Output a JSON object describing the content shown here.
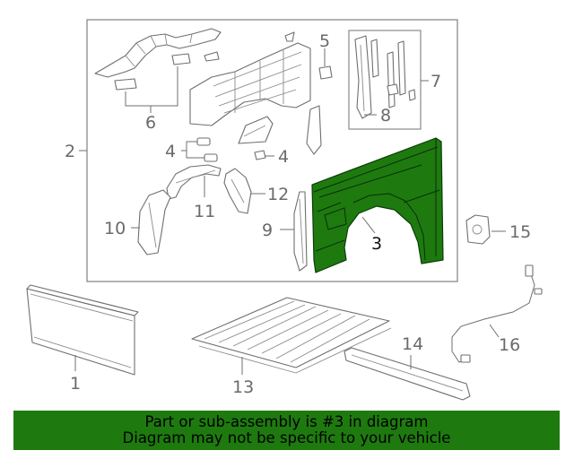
{
  "diagram": {
    "highlighted_part": "3",
    "highlight_color": "#1e7a0f",
    "callouts": {
      "c1": "1",
      "c2": "2",
      "c3": "3",
      "c4a": "4",
      "c4b": "4",
      "c5": "5",
      "c6": "6",
      "c7": "7",
      "c8": "8",
      "c9": "9",
      "c10": "10",
      "c11": "11",
      "c12": "12",
      "c13": "13",
      "c14": "14",
      "c15": "15",
      "c16": "16"
    }
  },
  "banner": {
    "line1": "Part or sub-assembly is #3 in diagram",
    "line2": "Diagram may not be specific to your vehicle"
  }
}
